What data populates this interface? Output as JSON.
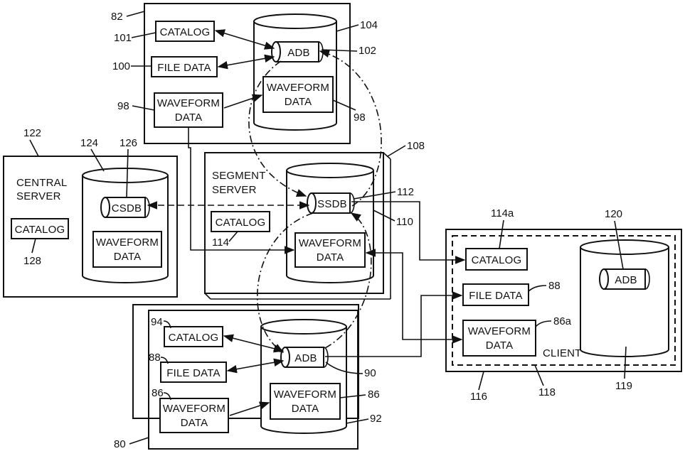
{
  "diagram": {
    "central_server": {
      "title_line1": "CENTRAL",
      "title_line2": "SERVER",
      "catalog": "CATALOG",
      "csdb": "CSDB",
      "waveform_line1": "WAVEFORM",
      "waveform_line2": "DATA",
      "refs": {
        "outer": "122",
        "cylinder": "124",
        "csdb": "126",
        "catalog": "128"
      }
    },
    "top_server": {
      "catalog": "CATALOG",
      "file_data": "FILE DATA",
      "waveform_line1": "WAVEFORM",
      "waveform_line2": "DATA",
      "adb": "ADB",
      "db_waveform_line1": "WAVEFORM",
      "db_waveform_line2": "DATA",
      "refs": {
        "outer": "82",
        "catalog": "101",
        "file_data": "100",
        "waveform": "98",
        "cylinder": "104",
        "adb": "102",
        "db_waveform": "98"
      }
    },
    "segment_server": {
      "title_line1": "SEGMENT",
      "title_line2": "SERVER",
      "catalog": "CATALOG",
      "ssdb": "SSDB",
      "waveform_line1": "WAVEFORM",
      "waveform_line2": "DATA",
      "refs": {
        "outer": "108",
        "ssdb": "112",
        "cylinder": "110",
        "catalog": "114"
      }
    },
    "bottom_server": {
      "catalog": "CATALOG",
      "file_data": "FILE DATA",
      "waveform_line1": "WAVEFORM",
      "waveform_line2": "DATA",
      "adb": "ADB",
      "db_waveform_line1": "WAVEFORM",
      "db_waveform_line2": "DATA",
      "refs": {
        "catalog": "94",
        "file_data": "88",
        "waveform": "86",
        "adb": "90",
        "db_waveform": "86",
        "cylinder": "92",
        "outer": "80"
      }
    },
    "client": {
      "label": "CLIENT",
      "catalog": "CATALOG",
      "file_data": "FILE DATA",
      "waveform_line1": "WAVEFORM",
      "waveform_line2": "DATA",
      "adb": "ADB",
      "refs": {
        "catalog": "114a",
        "adb": "120",
        "file_data": "88",
        "waveform": "86a",
        "outer": "116",
        "inner": "118",
        "cylinder": "119"
      }
    }
  }
}
